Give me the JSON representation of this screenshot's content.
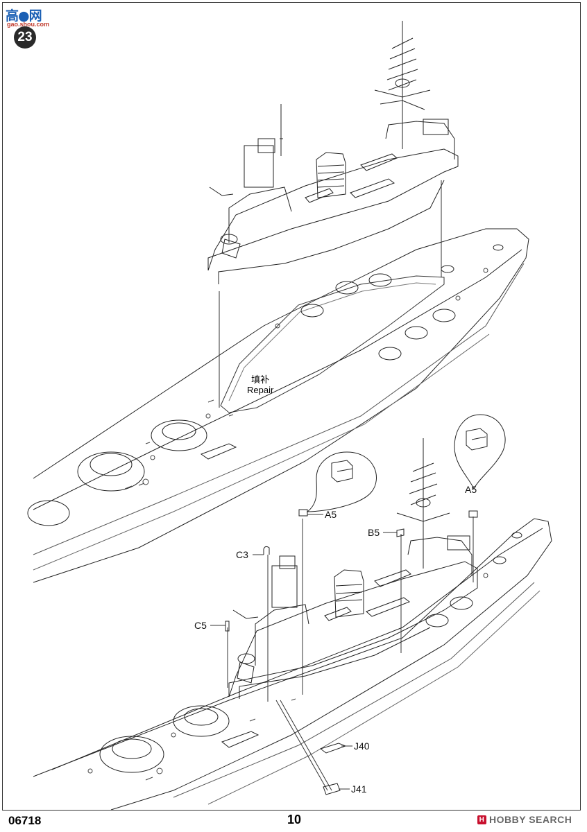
{
  "logo": {
    "main": "高●网",
    "sub": "gao.shou.com"
  },
  "step_number": "23",
  "repair": {
    "zh": "填补",
    "en": "Repair"
  },
  "part_labels": {
    "a5_left": "A5",
    "a5_right": "A5",
    "b5": "B5",
    "c3": "C3",
    "c5": "C5",
    "j40": "J40",
    "j41": "J41"
  },
  "footer": {
    "code": "06718",
    "page": "10",
    "watermark": "HOBBY SEARCH"
  }
}
